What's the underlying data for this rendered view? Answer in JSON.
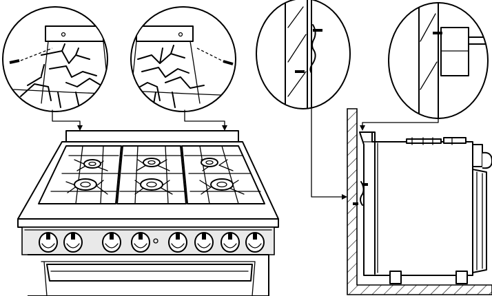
{
  "figure": {
    "description_labels": [],
    "detail_callouts": [
      "rear-left-bracket-detail",
      "rear-right-bracket-detail",
      "wall-anchor-detail",
      "bracket-engagement-detail"
    ],
    "colors": {
      "line": "#000000",
      "fill": "#ffffff",
      "shade": "#e9e9e9"
    },
    "knob_count": 8,
    "burner_count": 6
  }
}
